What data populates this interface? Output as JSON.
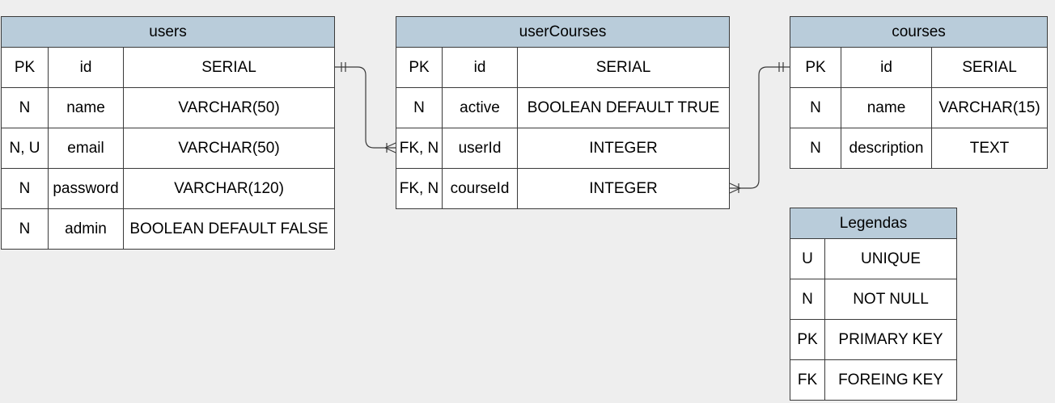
{
  "tables": {
    "users": {
      "title": "users",
      "rows": [
        [
          "PK",
          "id",
          "SERIAL"
        ],
        [
          "N",
          "name",
          "VARCHAR(50)"
        ],
        [
          "N, U",
          "email",
          "VARCHAR(50)"
        ],
        [
          "N",
          "password",
          "VARCHAR(120)"
        ],
        [
          "N",
          "admin",
          "BOOLEAN DEFAULT FALSE"
        ]
      ]
    },
    "userCourses": {
      "title": "userCourses",
      "rows": [
        [
          "PK",
          "id",
          "SERIAL"
        ],
        [
          "N",
          "active",
          "BOOLEAN DEFAULT TRUE"
        ],
        [
          "FK, N",
          "userId",
          "INTEGER"
        ],
        [
          "FK, N",
          "courseId",
          "INTEGER"
        ]
      ]
    },
    "courses": {
      "title": "courses",
      "rows": [
        [
          "PK",
          "id",
          "SERIAL"
        ],
        [
          "N",
          "name",
          "VARCHAR(15)"
        ],
        [
          "N",
          "description",
          "TEXT"
        ]
      ]
    }
  },
  "legend": {
    "title": "Legendas",
    "rows": [
      [
        "U",
        "UNIQUE"
      ],
      [
        "N",
        "NOT NULL"
      ],
      [
        "PK",
        "PRIMARY KEY"
      ],
      [
        "FK",
        "FOREING KEY"
      ]
    ]
  },
  "relationships": [
    {
      "from": "users.id",
      "to": "userCourses.userId",
      "from_end": "one-and-only-one",
      "to_end": "one-or-many"
    },
    {
      "from": "courses.id",
      "to": "userCourses.courseId",
      "from_end": "one-and-only-one",
      "to_end": "one-or-many"
    }
  ],
  "colors": {
    "background": "#eeeeee",
    "header_fill": "#b9ccda",
    "cell_fill": "#ffffff",
    "line": "#3a3a3a"
  }
}
